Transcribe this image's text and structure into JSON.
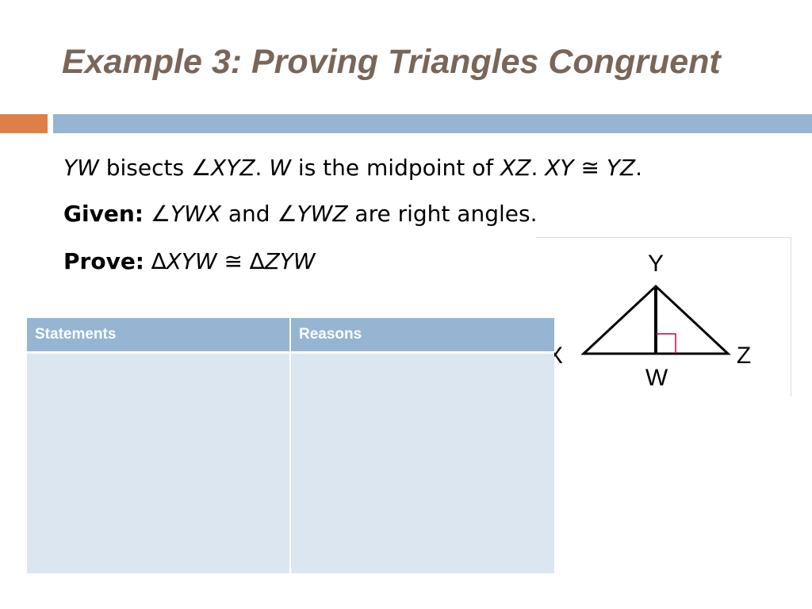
{
  "title": "Example 3: Proving Triangles Congruent",
  "statement": {
    "seg_yw": "YW",
    "bisects": " bisects ",
    "angle_sym": "∠",
    "angle_xyz": "XYZ",
    "period_w": ". ",
    "point_w": "W",
    "midpoint_text": " is the midpoint of ",
    "seg_xz": "XZ",
    "period_gap": ".  ",
    "seg_xy": "XY",
    "congruent_sym": " ≅ ",
    "seg_yz": "YZ",
    "end_period": "."
  },
  "given": {
    "label": "Given:",
    "angle_sym": " ∠",
    "angle_ywx": "YWX",
    "and_text": " and ",
    "angle_sym2": "∠",
    "angle_ywz": "YWZ",
    "rest": " are right angles."
  },
  "prove": {
    "label": "Prove:",
    "triangle_sym": " ∆",
    "tri_xyw": "XYW",
    "congruent_sym": " ≅ ",
    "triangle_sym2": "∆",
    "tri_zyw": "ZYW"
  },
  "figure": {
    "label_y": "Y",
    "label_x": "X",
    "label_z": "Z",
    "label_w": "W",
    "right_angle_color": "#c0004a"
  },
  "table": {
    "headers": [
      "Statements",
      "Reasons"
    ],
    "rows": [
      [
        "",
        ""
      ]
    ]
  },
  "colors": {
    "title": "#7a6659",
    "accent_orange": "#de7f47",
    "accent_blue": "#95b5d2",
    "table_body": "#dce6f0"
  }
}
